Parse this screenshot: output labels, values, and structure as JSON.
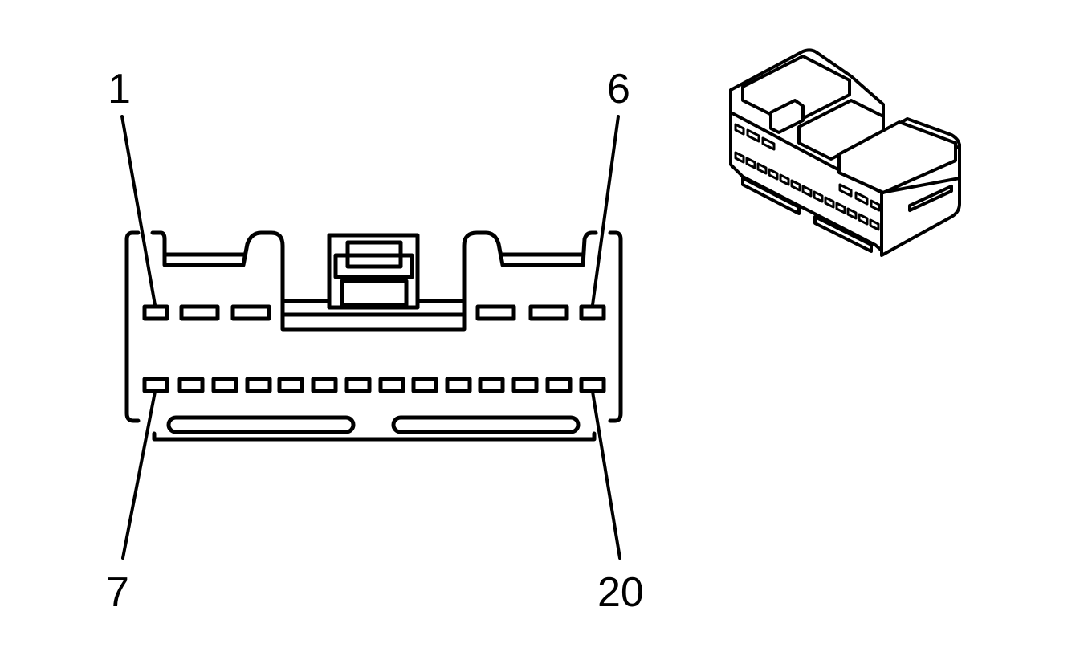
{
  "connector": {
    "pin_labels": {
      "top_left": "1",
      "top_right": "6",
      "bottom_left": "7",
      "bottom_right": "20"
    },
    "pin_count": 20,
    "top_row_pins": 6,
    "bottom_row_pins": 14
  },
  "colors": {
    "stroke": "#000000",
    "background": "#ffffff"
  }
}
